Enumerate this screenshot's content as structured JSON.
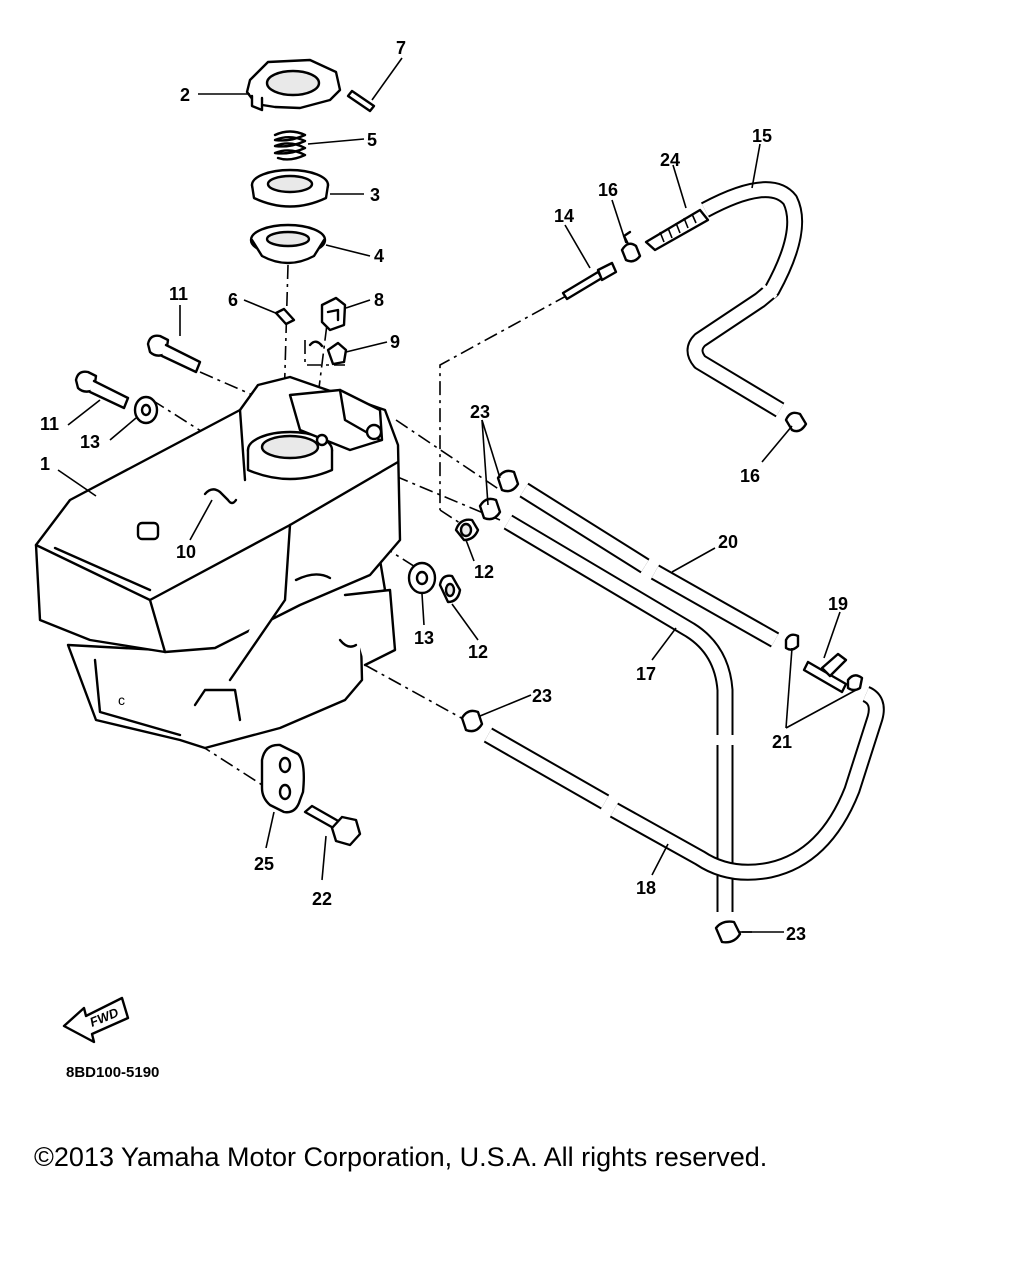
{
  "callouts": {
    "c1": "1",
    "c2": "2",
    "c3": "3",
    "c4": "4",
    "c5": "5",
    "c6": "6",
    "c7": "7",
    "c8": "8",
    "c9": "9",
    "c10": "10",
    "c11a": "11",
    "c11b": "11",
    "c12a": "12",
    "c12b": "12",
    "c13a": "13",
    "c13b": "13",
    "c14": "14",
    "c15": "15",
    "c16a": "16",
    "c16b": "16",
    "c17": "17",
    "c18": "18",
    "c19": "19",
    "c20": "20",
    "c21": "21",
    "c22": "22",
    "c23a": "23",
    "c23b": "23",
    "c23c": "23",
    "c24": "24",
    "c25": "25"
  },
  "fwd_label": "FWD",
  "diagram_code": "8BD100-5190",
  "copyright": "©2013 Yamaha Motor Corporation, U.S.A. All rights reserved.",
  "icons": {
    "fwd": "fwd-arrow-icon"
  }
}
